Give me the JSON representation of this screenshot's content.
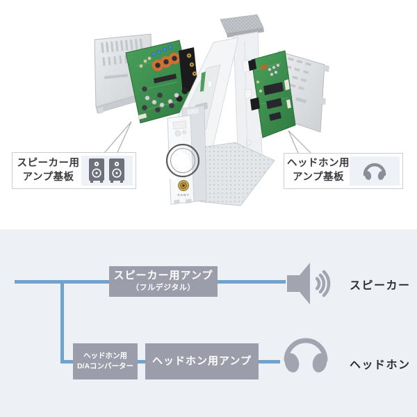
{
  "colors": {
    "background_top": "#ffffff",
    "background_bottom": "#edf1f6",
    "connector_line": "#6fa3cf",
    "block_bg": "#9b9daa",
    "block_text": "#ffffff",
    "output_icon": "#a2a4af",
    "label_text": "#2c2d33",
    "pcb_green": "#3f8f50",
    "metal_gray": "#d6dadd"
  },
  "exploded_view": {
    "product_logo": "SONY",
    "callout_speaker": {
      "line1": "スピーカー用",
      "line2": "アンプ基板",
      "icon": "stereo-speakers-icon"
    },
    "callout_headphone": {
      "line1": "ヘッドホン用",
      "line2": "アンプ基板",
      "icon": "headphones-icon"
    }
  },
  "signal_diagram": {
    "speaker_amp_block": {
      "line1": "スピーカー用アンプ",
      "line2": "（フルデジタル）"
    },
    "dac_block": {
      "line1": "ヘッドホン用",
      "line2": "D/Aコンバーター"
    },
    "headphone_amp_block": {
      "line1": "ヘッドホン用アンプ"
    },
    "speaker_label": "スピーカー",
    "headphone_label": "ヘッドホン"
  }
}
